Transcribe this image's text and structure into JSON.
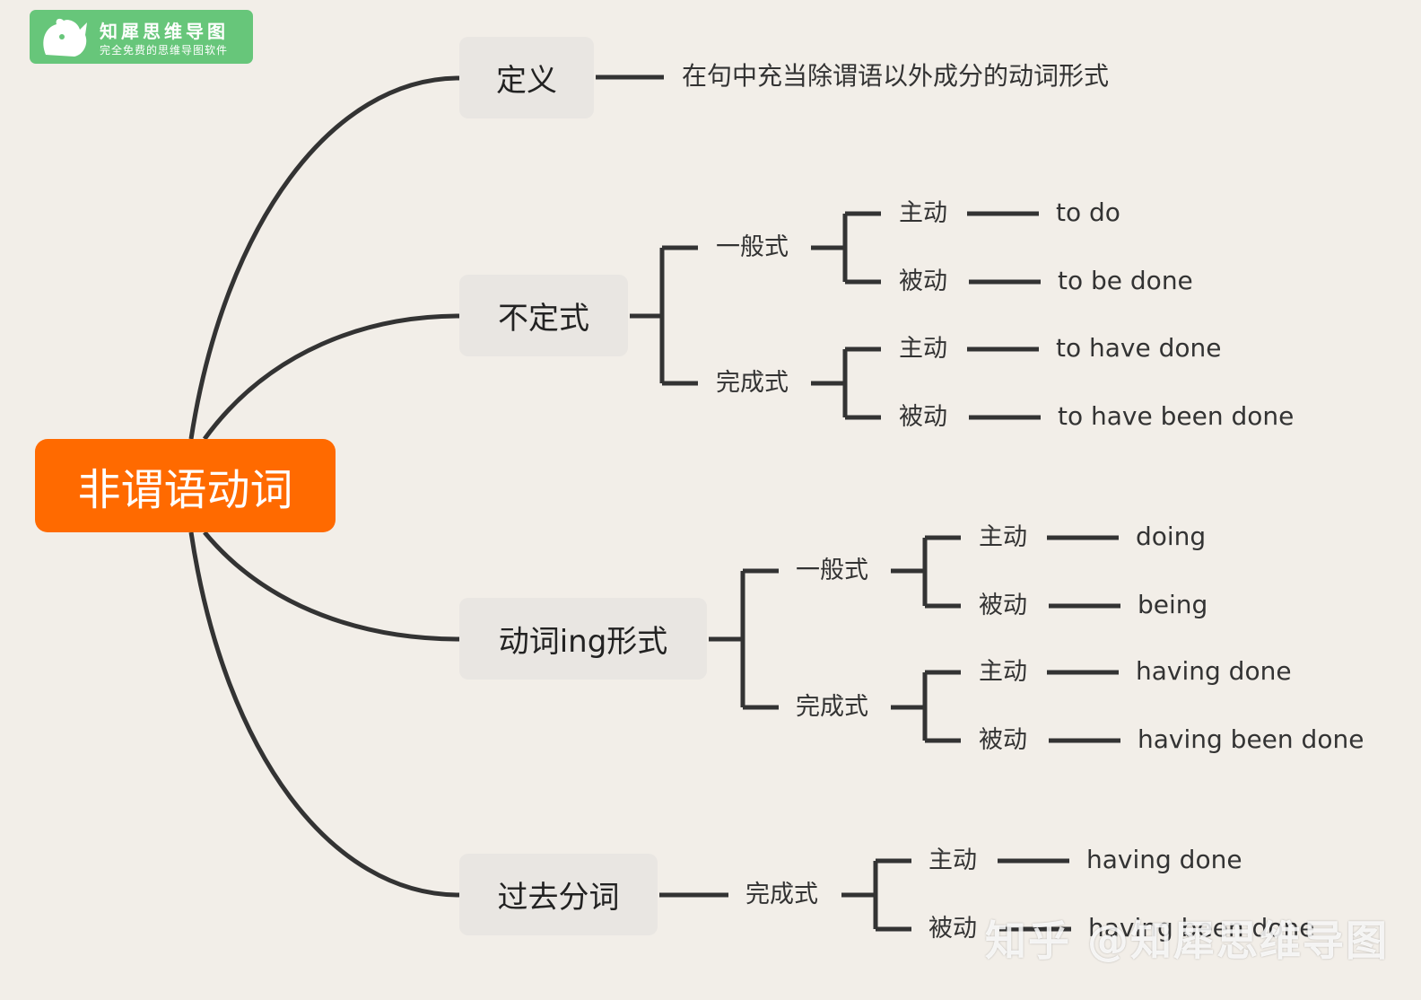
{
  "app": {
    "logo_title": "知犀思维导图",
    "logo_subtitle": "完全免费的思维导图软件",
    "watermark": "知乎 @知犀思维导图"
  },
  "colors": {
    "root": "#ff6a00",
    "branch_box": "#e9e6e2",
    "line": "#333333",
    "logo": "#67c67a",
    "background": "#f2eee8"
  },
  "mindmap": {
    "root": "非谓语动词",
    "branches": [
      {
        "label": "定义",
        "definition": "在句中充当除谓语以外成分的动词形式"
      },
      {
        "label": "不定式",
        "forms": [
          {
            "label": "一般式",
            "active": "主动",
            "active_value": "to do",
            "passive": "被动",
            "passive_value": "to be done"
          },
          {
            "label": "完成式",
            "active": "主动",
            "active_value": "to have done",
            "passive": "被动",
            "passive_value": "to have been done"
          }
        ]
      },
      {
        "label": "动词ing形式",
        "forms": [
          {
            "label": "一般式",
            "active": "主动",
            "active_value": "doing",
            "passive": "被动",
            "passive_value": "being"
          },
          {
            "label": "完成式",
            "active": "主动",
            "active_value": "having done",
            "passive": "被动",
            "passive_value": "having been done"
          }
        ]
      },
      {
        "label": "过去分词",
        "forms": [
          {
            "label": "完成式",
            "active": "主动",
            "active_value": "having done",
            "passive": "被动",
            "passive_value": "having been done"
          }
        ]
      }
    ]
  }
}
